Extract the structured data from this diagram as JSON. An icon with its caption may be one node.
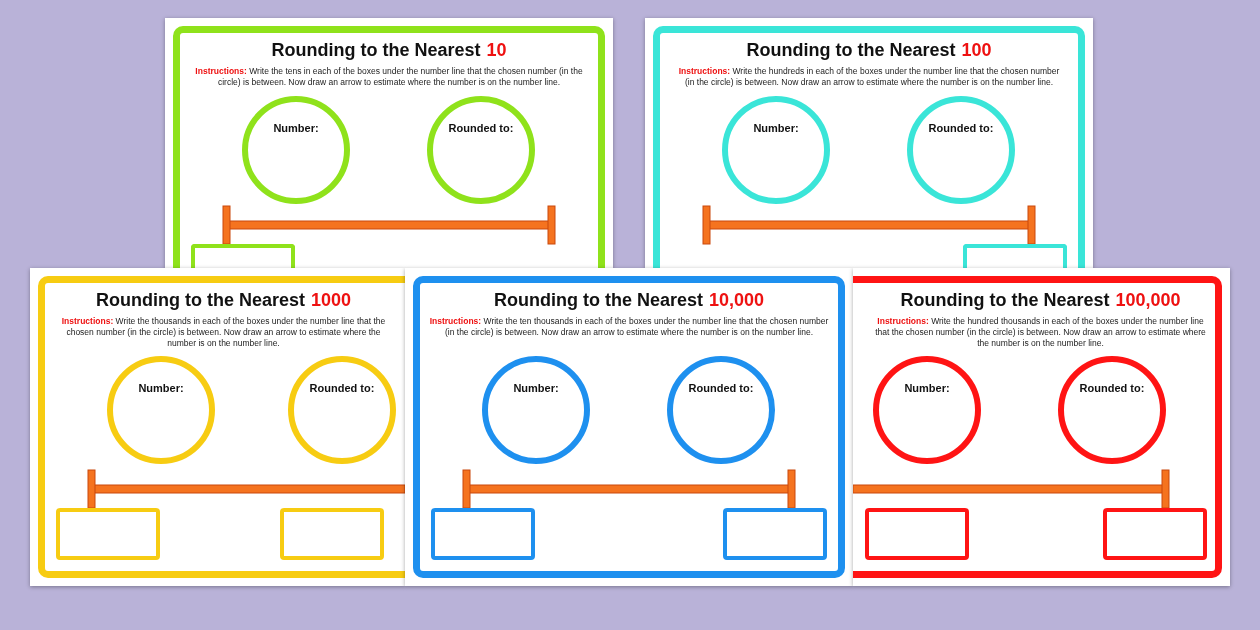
{
  "diagram": {
    "nodes": [
      {
        "text": [
          "Rounding to the Nearest",
          "10",
          "**Instructions:** Write the tens in each of the boxes under the number line that the chosen number (in the circle) is between. Now draw an arrow to estimate where the number is on the number line."
        ]
      },
      {
        "text": [
          "Number:"
        ],
        "in": 0
      },
      {
        "text": [
          "Rounded to:"
        ],
        "in": 0
      },
      {
        "text": [],
        "shape": "box",
        "in": 0
      },
      {
        "text": [
          "Rounding to the Nearest",
          "100",
          "**Instructions:** Write the hundreds in each of the boxes under the number line that the chosen number (in the circle) is between. Now draw an arrow to estimate where the number is on the number line."
        ]
      },
      {
        "text": [
          "Number:"
        ],
        "in": 4
      },
      {
        "text": [
          "Rounded to:"
        ],
        "in": 4
      },
      {
        "text": [],
        "shape": "box",
        "in": 4
      },
      {
        "text": [
          "Rounding to the Nearest",
          "1000",
          "**Instructions:** Write the thousands in each of the boxes under the number line that the chosen number (in the circle) is between. Now draw an arrow to estimate where the number is on the number line."
        ]
      },
      {
        "text": [
          "Number:"
        ],
        "in": 8
      },
      {
        "text": [
          "Rounded to:"
        ],
        "in": 8
      },
      {
        "text": [],
        "shape": "box",
        "in": 8
      },
      {
        "text": [],
        "shape": "box",
        "in": 8
      },
      {
        "text": [
          "Rounding to the Nearest",
          "10,000",
          "**Instructions:** Write the ten thousands in each of the boxes under the number line that the chosen number (in the circle) is between. Now draw an arrow to estimate where the number is on the number line."
        ]
      },
      {
        "text": [
          "Number:"
        ],
        "in": 13
      },
      {
        "text": [
          "Rounded to:"
        ],
        "in": 13
      },
      {
        "text": [],
        "shape": "box",
        "in": 13
      },
      {
        "text": [],
        "shape": "box",
        "in": 13
      },
      {
        "text": [
          "Rounding to the Nearest",
          "100,000",
          "**Instructions:** Write the hundred thousands in each of the boxes under the number line that the chosen number (in the circle) is between. Now draw an arrow to estimate where the number is on the number line."
        ]
      },
      {
        "text": [
          "Number:"
        ],
        "in": 18
      },
      {
        "text": [
          "Rounded to:"
        ],
        "in": 18
      },
      {
        "text": [],
        "shape": "box",
        "in": 18
      },
      {
        "text": [],
        "shape": "box",
        "in": 18
      }
    ]
  }
}
